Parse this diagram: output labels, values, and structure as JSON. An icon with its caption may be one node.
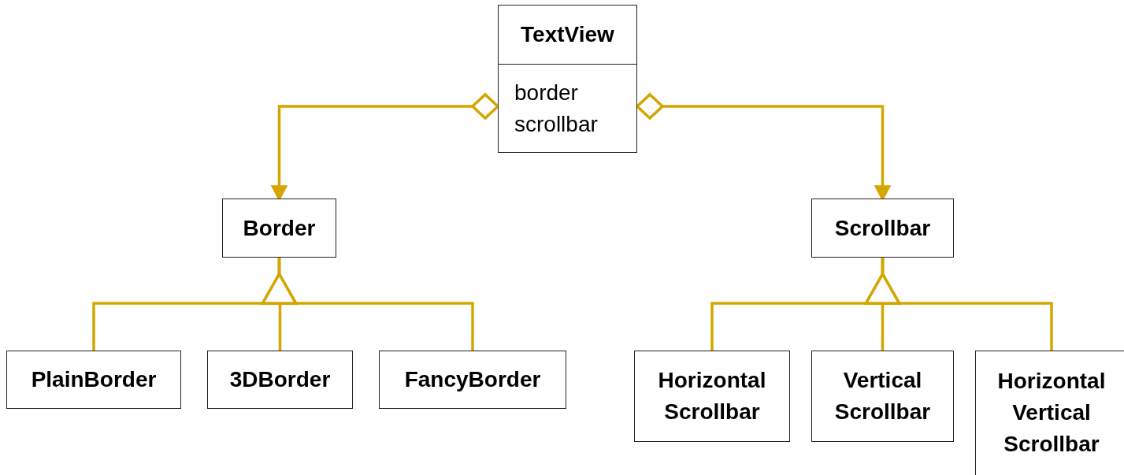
{
  "diagram": {
    "nodes": [
      {
        "text": [
          "TextView",
          "border",
          "scrollbar"
        ]
      },
      {
        "text": [
          "Border"
        ]
      },
      {
        "text": [
          "Scrollbar"
        ]
      },
      {
        "text": [
          "PlainBorder"
        ]
      },
      {
        "text": [
          "3DBorder"
        ]
      },
      {
        "text": [
          "FancyBorder"
        ]
      },
      {
        "text": [
          "Horizontal Scrollbar"
        ]
      },
      {
        "text": [
          "Vertical Scrollbar"
        ]
      },
      {
        "text": [
          "Horizontal Vertical Scrollbar"
        ]
      }
    ],
    "edges": [
      {
        "from": 0,
        "to": 1,
        "arrow": "to"
      },
      {
        "from": 0,
        "to": 2,
        "arrow": "to"
      },
      {
        "from": 3,
        "to": 1,
        "arrow": "to"
      },
      {
        "from": 4,
        "to": 1,
        "arrow": "to"
      },
      {
        "from": 5,
        "to": 1,
        "arrow": "to"
      },
      {
        "from": 6,
        "to": 2,
        "arrow": "to"
      },
      {
        "from": 7,
        "to": 2,
        "arrow": "to"
      },
      {
        "from": 8,
        "to": 2,
        "arrow": "to"
      }
    ]
  }
}
